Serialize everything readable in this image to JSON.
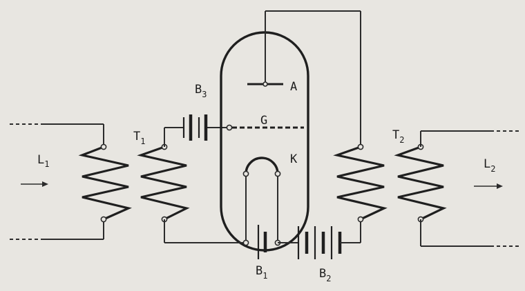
{
  "diagram": {
    "labels": {
      "L1": {
        "main": "L",
        "sub": "1"
      },
      "L2": {
        "main": "L",
        "sub": "2"
      },
      "T1": {
        "main": "T",
        "sub": "1"
      },
      "T2": {
        "main": "T",
        "sub": "2"
      },
      "B1": {
        "main": "B",
        "sub": "1"
      },
      "B2": {
        "main": "B",
        "sub": "2"
      },
      "B3": {
        "main": "B",
        "sub": "3"
      },
      "anode": "A",
      "grid": "G",
      "cathode": "K"
    }
  }
}
